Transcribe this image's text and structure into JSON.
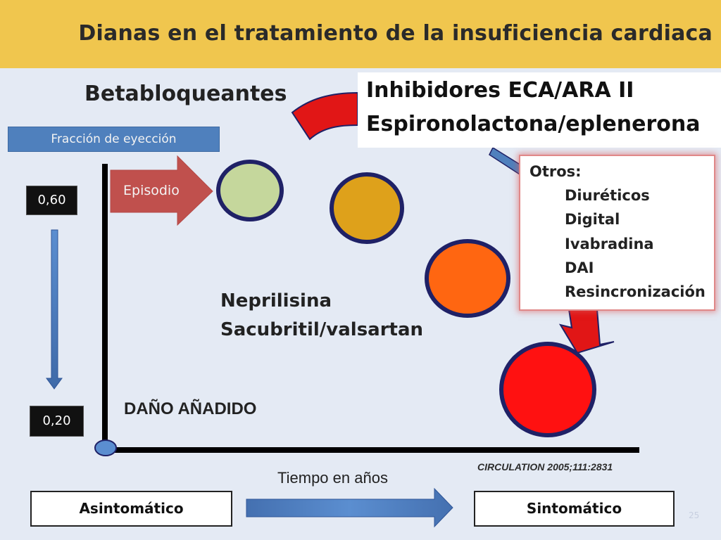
{
  "title": "Dianas en el tratamiento de la insuficiencia cardiaca",
  "betabloqueantes": "Betabloqueantes",
  "inhibidores": {
    "line1": "Inhibidores ECA/ARA II",
    "line2": "Espironolactona/eplenerona"
  },
  "fraccion_label": "Fracción de eyección",
  "value_high": "0,60",
  "value_low": "0,20",
  "episodio": "Episodio",
  "otros": {
    "heading": "Otros:",
    "items": [
      "Diuréticos",
      "Digital",
      "Ivabradina",
      "DAI",
      "Resincronización"
    ]
  },
  "neprilisina": {
    "line1": "Neprilisina",
    "line2": "Sacubritil/valsartan"
  },
  "dano": "DAÑO AÑADIDO",
  "citation": "CIRCULATION 2005;111:2831",
  "tiempo": "Tiempo en años",
  "asintomatico": "Asintomático",
  "sintomatico": "Sintomático",
  "page_number": "25",
  "colors": {
    "header": "#f0c64e",
    "background": "#e4eaf4",
    "circle_1": "#c5d79c",
    "circle_2": "#dea11b",
    "circle_3": "#ff6611",
    "circle_4": "#ff1111",
    "circle_border": "#1f2166",
    "curved_arrow": "#e11616",
    "episode_arrow": "#c0504d",
    "blue_arrow": "#4f80bd"
  }
}
